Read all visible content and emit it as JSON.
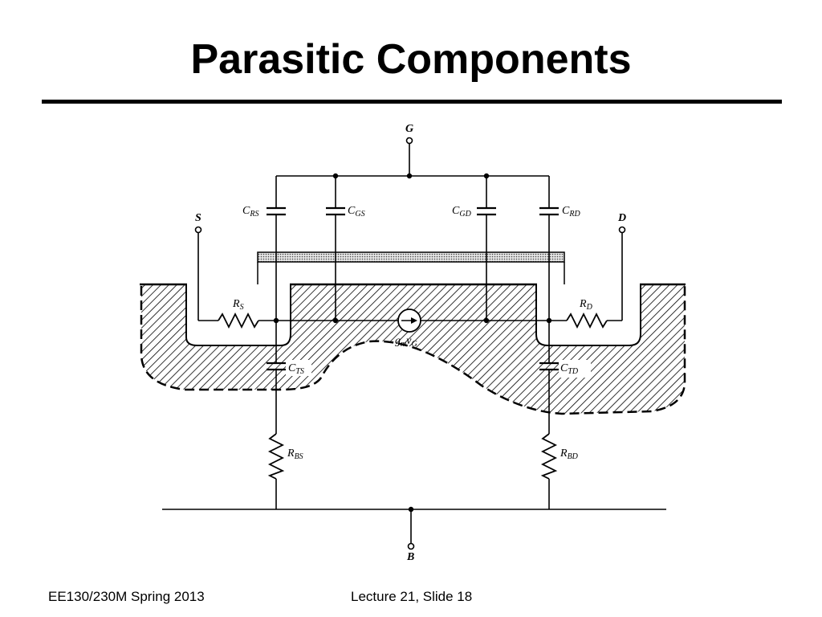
{
  "slide": {
    "title": "Parasitic Components",
    "footer_left": "EE130/230M Spring 2013",
    "footer_center": "Lecture 21, Slide 18"
  },
  "diagram": {
    "terminals": {
      "gate": "G",
      "source": "S",
      "drain": "D",
      "body": "B"
    },
    "components": {
      "crs": {
        "main": "C",
        "sub": "RS"
      },
      "cgs": {
        "main": "C",
        "sub": "GS"
      },
      "cgd": {
        "main": "C",
        "sub": "GD"
      },
      "crd": {
        "main": "C",
        "sub": "RD"
      },
      "rs": {
        "main": "R",
        "sub": "S"
      },
      "rd": {
        "main": "R",
        "sub": "D"
      },
      "cts": {
        "main": "C",
        "sub": "TS"
      },
      "ctd": {
        "main": "C",
        "sub": "TD"
      },
      "rbs": {
        "main": "R",
        "sub": "BS"
      },
      "rbd": {
        "main": "R",
        "sub": "BD"
      },
      "gm": {
        "main": "g",
        "sub": "m",
        "main2": "v",
        "sub2": "G"
      }
    }
  }
}
